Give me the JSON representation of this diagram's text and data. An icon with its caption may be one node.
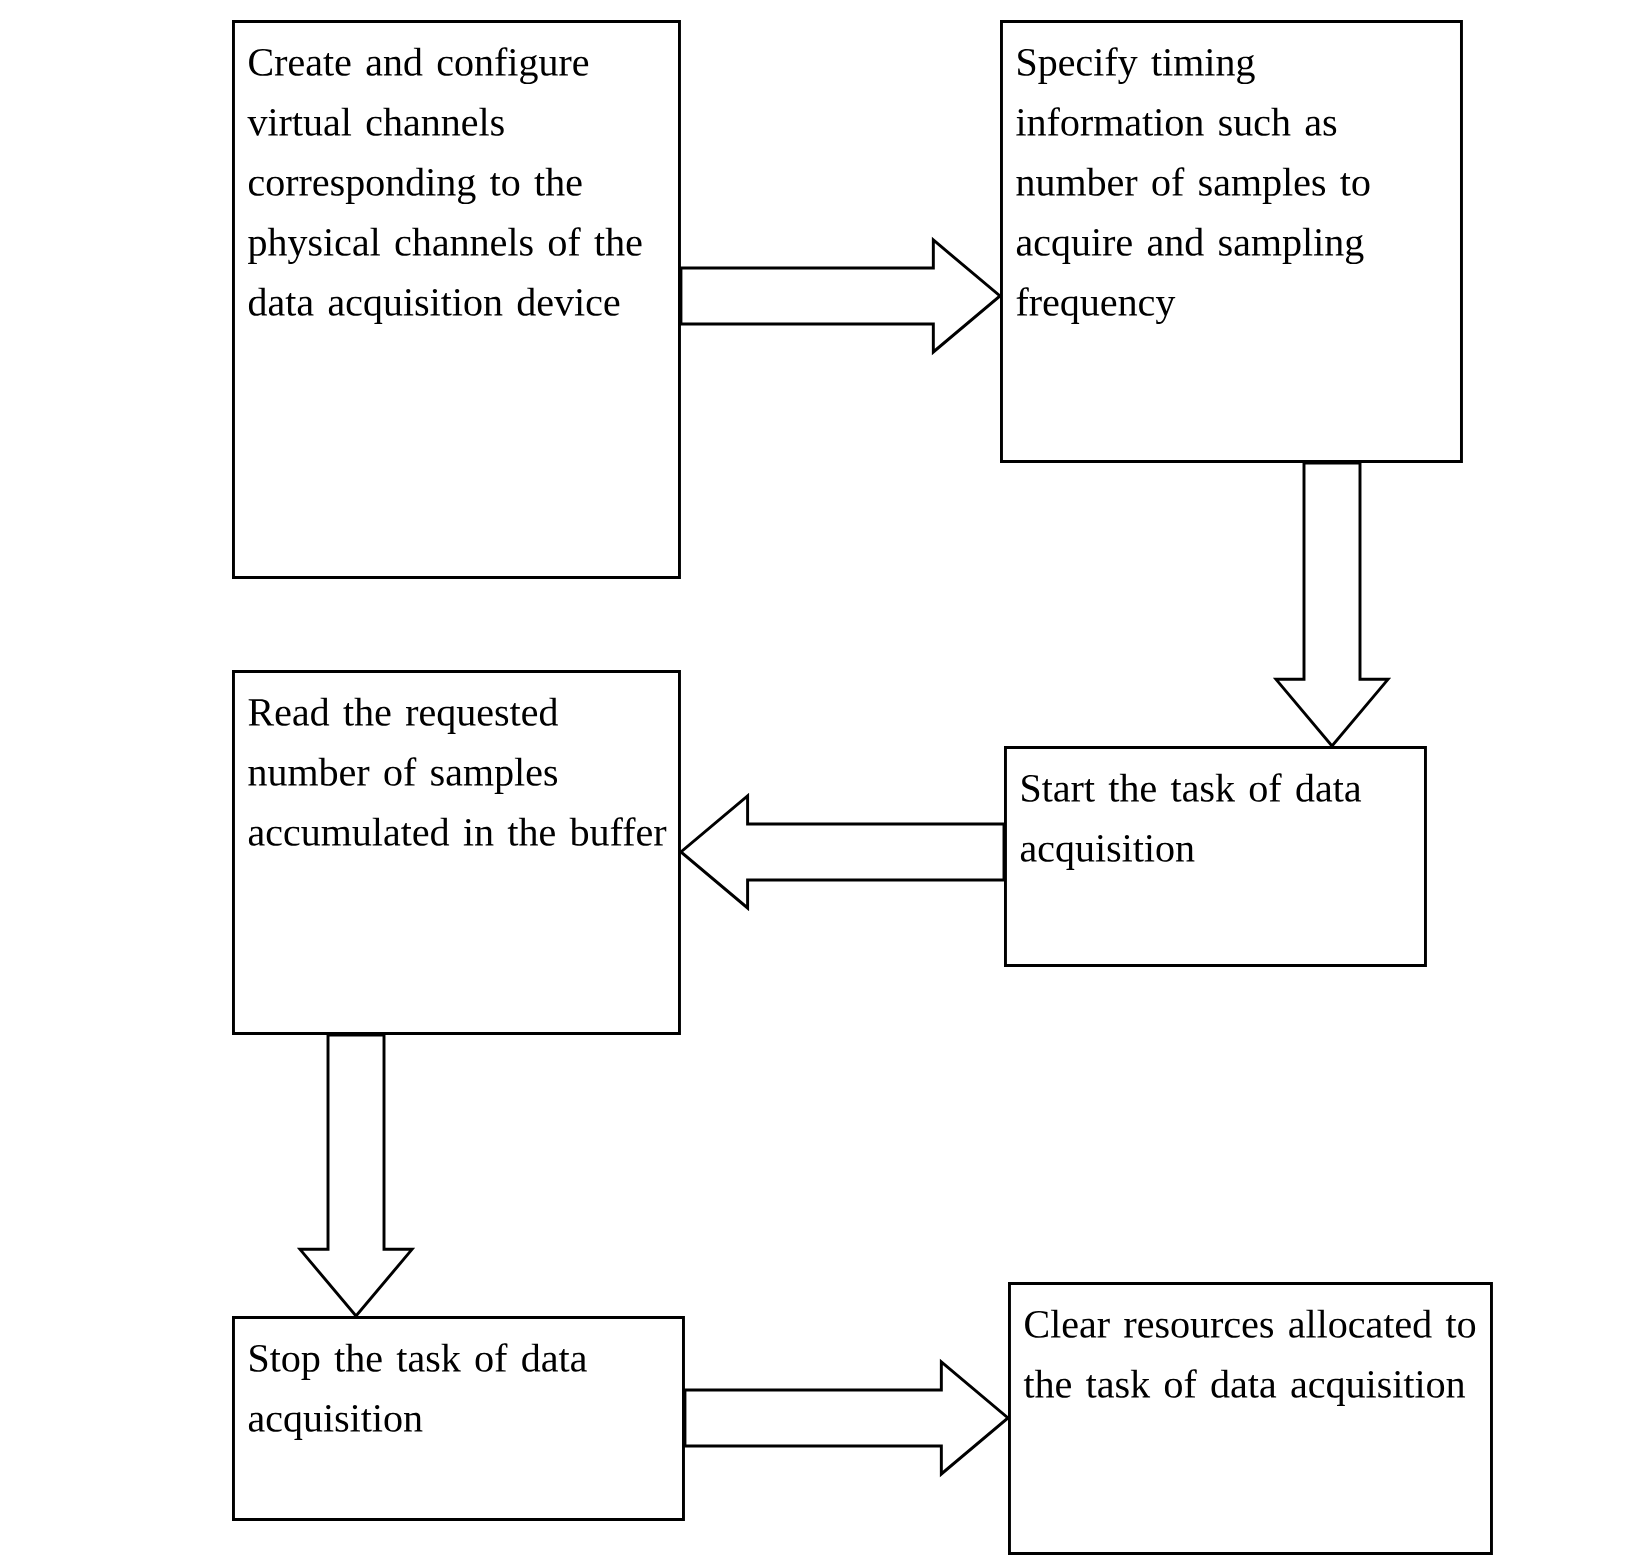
{
  "diagram": {
    "nodes": [
      {
        "text": [
          "Create and configure virtual channels corresponding to the physical channels of the data acquisition device"
        ]
      },
      {
        "text": [
          "Specify timing information such as number of samples to acquire and sampling frequency"
        ]
      },
      {
        "text": [
          "Start the task of data acquisition"
        ]
      },
      {
        "text": [
          "Read the requested number of samples accumulated in the buffer"
        ]
      },
      {
        "text": [
          "Stop the task of data acquisition"
        ]
      },
      {
        "text": [
          "Clear resources allocated to the task of data acquisition"
        ]
      }
    ],
    "edges": [
      {
        "from": 0,
        "to": 1,
        "arrow": "to"
      },
      {
        "from": 1,
        "to": 2,
        "arrow": "to"
      },
      {
        "from": 2,
        "to": 3,
        "arrow": "to"
      },
      {
        "from": 3,
        "to": 4,
        "arrow": "to"
      },
      {
        "from": 4,
        "to": 5,
        "arrow": "to"
      }
    ]
  }
}
